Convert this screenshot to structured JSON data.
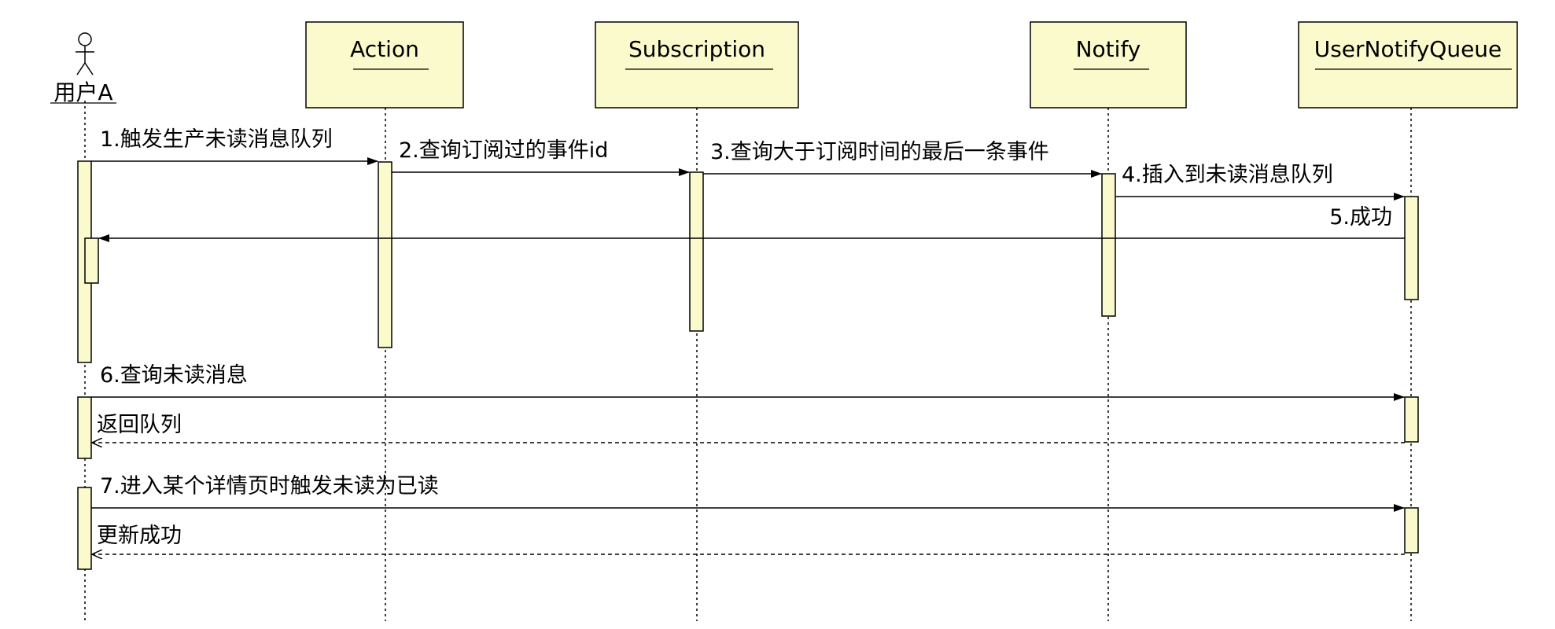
{
  "diagram": {
    "type": "sequence",
    "colors": {
      "box_fill": "#fafacd",
      "stroke": "#000000",
      "background": "#ffffff"
    },
    "actor": {
      "label": "用户A",
      "icon": "stick-figure-icon"
    },
    "participants": [
      {
        "label": "Action"
      },
      {
        "label": "Subscription"
      },
      {
        "label": "Notify"
      },
      {
        "label": "UserNotifyQueue"
      }
    ],
    "messages": [
      {
        "label": "1.触发生产未读消息队列",
        "from": "用户A",
        "to": "Action",
        "style": "solid"
      },
      {
        "label": "2.查询订阅过的事件id",
        "from": "Action",
        "to": "Subscription",
        "style": "solid"
      },
      {
        "label": "3.查询大于订阅时间的最后一条事件",
        "from": "Subscription",
        "to": "Notify",
        "style": "solid"
      },
      {
        "label": "4.插入到未读消息队列",
        "from": "Notify",
        "to": "UserNotifyQueue",
        "style": "solid"
      },
      {
        "label": "5.成功",
        "from": "UserNotifyQueue",
        "to": "用户A",
        "style": "solid"
      },
      {
        "label": "6.查询未读消息",
        "from": "用户A",
        "to": "UserNotifyQueue",
        "style": "solid"
      },
      {
        "label": "返回队列",
        "from": "UserNotifyQueue",
        "to": "用户A",
        "style": "dashed"
      },
      {
        "label": "7.进入某个详情页时触发未读为已读",
        "from": "用户A",
        "to": "UserNotifyQueue",
        "style": "solid"
      },
      {
        "label": "更新成功",
        "from": "UserNotifyQueue",
        "to": "用户A",
        "style": "dashed"
      }
    ]
  }
}
